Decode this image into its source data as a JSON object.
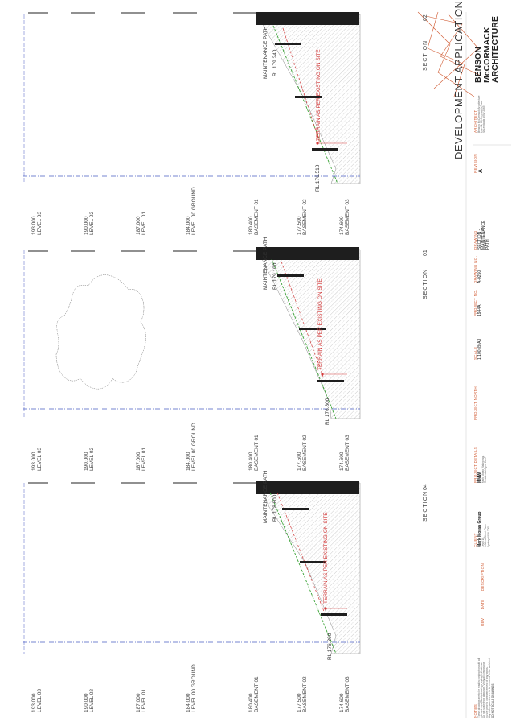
{
  "sections": [
    {
      "id": "04",
      "title": "SECTION",
      "number": "04",
      "path_label": "MAINTENANCE PATH",
      "rl_top": "RL 178.800",
      "rl_bottom": "RL 176.800",
      "terrain_note": "TERRAIN AS PER EXISTING ON SITE"
    },
    {
      "id": "01",
      "title": "SECTION",
      "number": "01",
      "path_label": "MAINTENANCE PATH",
      "rl_top": "RL 179.100",
      "rl_bottom": "RL 176.800",
      "terrain_note": "TERRAIN AS PER EXISTING ON SITE"
    },
    {
      "id": "02",
      "title": "SECTION",
      "number": "02",
      "path_label": "MAINTENANCE PATH",
      "rl_top": "RL 179.240",
      "rl_bottom": "RL 176.510",
      "terrain_note": "TERRAIN AS PER EXISTING ON SITE"
    }
  ],
  "levels": [
    {
      "value": "193.000",
      "name": "LEVEL 03"
    },
    {
      "value": "190.000",
      "name": "LEVEL 02"
    },
    {
      "value": "187.000",
      "name": "LEVEL 01"
    },
    {
      "value": "184.000",
      "name": "LEVEL 00 GROUND"
    },
    {
      "value": "180.400",
      "name": "BASEMENT 01"
    },
    {
      "value": "177.500",
      "name": "BASEMENT 02"
    },
    {
      "value": "174.600",
      "name": "BASEMENT 03"
    }
  ],
  "title_block": {
    "notes_head": "NOTES",
    "notes_lines": [
      "These drawings are to be read in conjunction with all",
      "relevant consultants drawings and specifications.",
      "Do not scale from drawings. Verify all dimensions",
      "on site prior to commencement of any works.",
      "Any discrepancies are to be reported to the architect."
    ],
    "notes_footer": "DO NOT SCALE DRAWINGS",
    "rev_head": "REV",
    "date_head": "DATE",
    "description_head": "DESCRIPTION",
    "client_head": "CLIENT",
    "client_value": "Mark Moran Group",
    "client_lines": [
      "Level 18,",
      "1 Alfred Street Place",
      "Sydney NSW 2000"
    ],
    "details_head": "PROJECT DETAILS",
    "details_value": "MMW",
    "details_lines": [
      "Mark Moran Wahroonga",
      "Residential Aged Care"
    ],
    "north_head": "PROJECT NORTH",
    "scale_head": "SCALE",
    "scale_value": "1:100 @ A3",
    "project_no_head": "PROJECT NO.",
    "project_no_value": "1944A",
    "drawing_no_head": "DRAWING NO.",
    "drawing_no_value": "A-0250",
    "drawing_head": "DRAWING",
    "drawing_value": "SECTION - MAINTENANCE PATH",
    "revision_head": "REVISION",
    "revision_value": "A",
    "architect_head": "ARCHITECT",
    "architect_lines": [
      "Benson McCormack Architecture",
      "Level 1, 18 Greenwich Road",
      "St Leonards NSW 2065"
    ],
    "dev_app": "DEVELOPMENT APPLICATION",
    "firm_1": "BENSON",
    "firm_2": "McCORMACK",
    "firm_3": "ARCHITECTURE"
  },
  "colors": {
    "ink": "#222222",
    "hatch": "#9a9a9a",
    "datum": "#4a5cc4",
    "ground": "#3aa336",
    "terrain": "#d23a3a",
    "accent": "#d0582f"
  }
}
